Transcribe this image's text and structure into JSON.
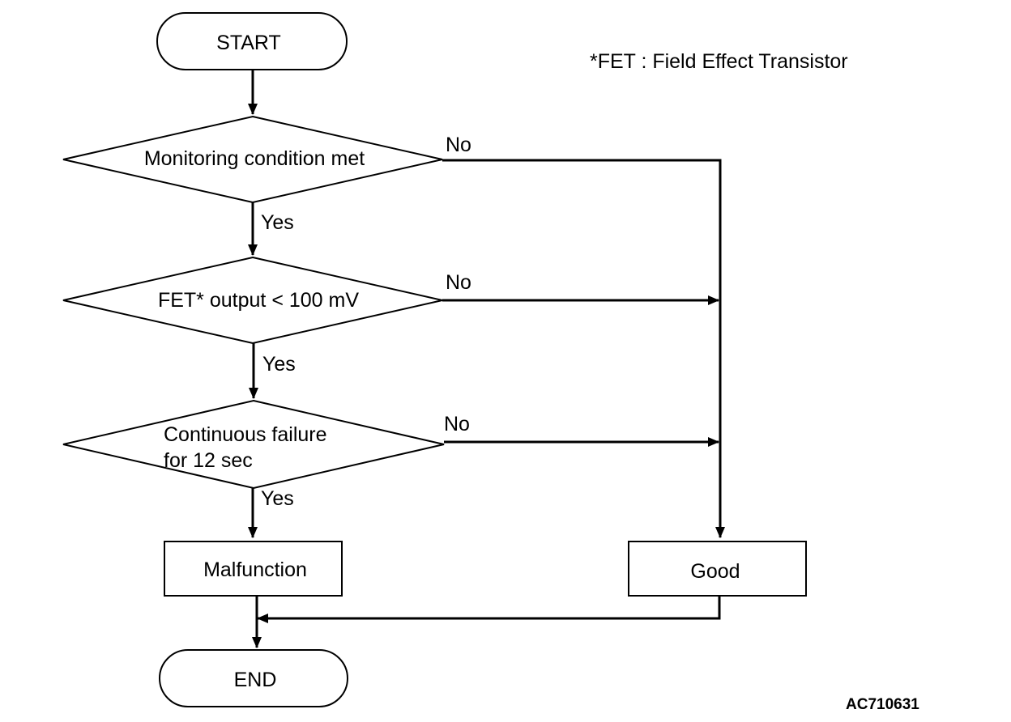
{
  "note": "*FET : Field Effect Transistor",
  "figure_code": "AC710631",
  "nodes": {
    "start": "START",
    "decision1": "Monitoring condition met",
    "decision2": "FET* output < 100 mV",
    "decision3_line1": "Continuous failure",
    "decision3_line2": "for 12 sec",
    "malfunction": "Malfunction",
    "good": "Good",
    "end": "END"
  },
  "edges": {
    "d1_yes": "Yes",
    "d1_no": "No",
    "d2_yes": "Yes",
    "d2_no": "No",
    "d3_yes": "Yes",
    "d3_no": "No"
  }
}
